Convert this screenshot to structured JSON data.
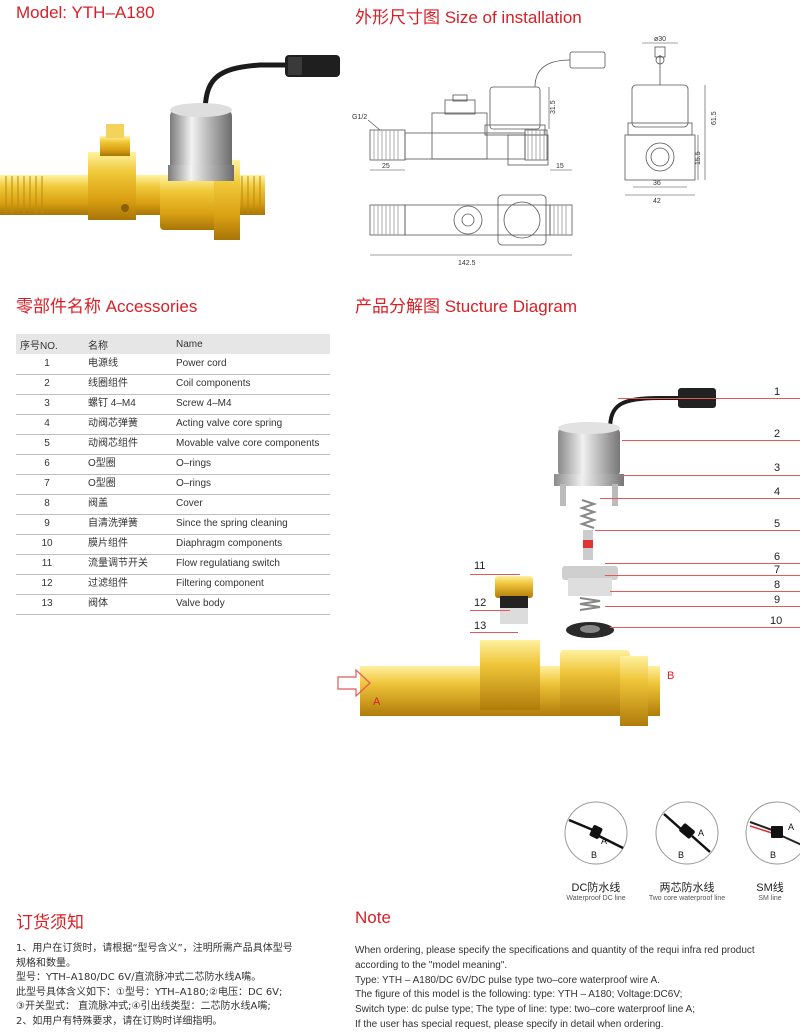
{
  "model_title": "Model: YTH–A180",
  "install_title": "外形尺寸图 Size of installation",
  "accessories_title": "零部件名称 Accessories",
  "structure_title": "产品分解图 Stucture Diagram",
  "order_title": "订货须知",
  "note_title": "Note",
  "dimensions": {
    "g12": "G1/2",
    "d315": "31.5",
    "d25": "25",
    "d15": "15",
    "d1425": "142.5",
    "d30": "ø30",
    "d615": "61.5",
    "d155": "15.5",
    "d36": "36",
    "d42": "42"
  },
  "table": {
    "headers": [
      "序号NO.",
      "名称",
      "Name"
    ],
    "rows": [
      [
        "1",
        "电源线",
        "Power cord"
      ],
      [
        "2",
        "线圈组件",
        "Coil components"
      ],
      [
        "3",
        "螺钉 4–M4",
        "Screw 4–M4"
      ],
      [
        "4",
        "动阀芯弹簧",
        "Acting valve core spring"
      ],
      [
        "5",
        "动阀芯组件",
        "Movable valve core components"
      ],
      [
        "6",
        "O型圈",
        "O–rings"
      ],
      [
        "7",
        "O型圈",
        "O–rings"
      ],
      [
        "8",
        "阀盖",
        "Cover"
      ],
      [
        "9",
        "自清洗弹簧",
        "Since the spring cleaning"
      ],
      [
        "10",
        "膜片组件",
        "Diaphragm components"
      ],
      [
        "11",
        "流量调节开关",
        "Flow regulatiang switch"
      ],
      [
        "12",
        "过滤组件",
        "Filtering component"
      ],
      [
        "13",
        "阀体",
        "Valve body"
      ]
    ]
  },
  "diagram_labels": {
    "n1": "1",
    "n2": "2",
    "n3": "3",
    "n4": "4",
    "n5": "5",
    "n6": "6",
    "n7": "7",
    "n8": "8",
    "n9": "9",
    "n10": "10",
    "n11": "11",
    "n12": "12",
    "n13": "13",
    "a": "A",
    "b": "B"
  },
  "wire_types": [
    {
      "cn": "DC防水线",
      "en": "Waterproof DC line"
    },
    {
      "cn": "两芯防水线",
      "en": "Two core waterproof line"
    },
    {
      "cn": "SM线",
      "en": "SM line"
    }
  ],
  "order_lines": [
    "1、用户在订货时，请根据“型号含义”，注明所需产品具体型号",
    "规格和数量。",
    "型号：YTH–A180/DC 6V/直流脉冲式二芯防水线A嘴。",
    "此型号具体含义如下：①型号：YTH–A180;②电压：DC 6V;",
    "③开关型式： 直流脉冲式;④引出线类型：二芯防水线A嘴;",
    "2、如用户有特殊要求，请在订购时详细指明。"
  ],
  "note_lines": [
    "When ordering, please specify the specifications and quantity of the requi infra red product",
    " according to the \"model meaning\".",
    "Type: YTH – A180/DC 6V/DC pulse type two–core waterproof wire A.",
    "The figure of this model is the following: type: YTH – A180; Voltage:DC6V;",
    "Switch type: dc pulse type; The type of line: type: two–core waterproof line A;",
    "If the user has special request, please specify in detail when ordering."
  ],
  "colors": {
    "accent": "#d81f26",
    "brass": "#e3b520",
    "chrome": "#b9b9b9"
  }
}
